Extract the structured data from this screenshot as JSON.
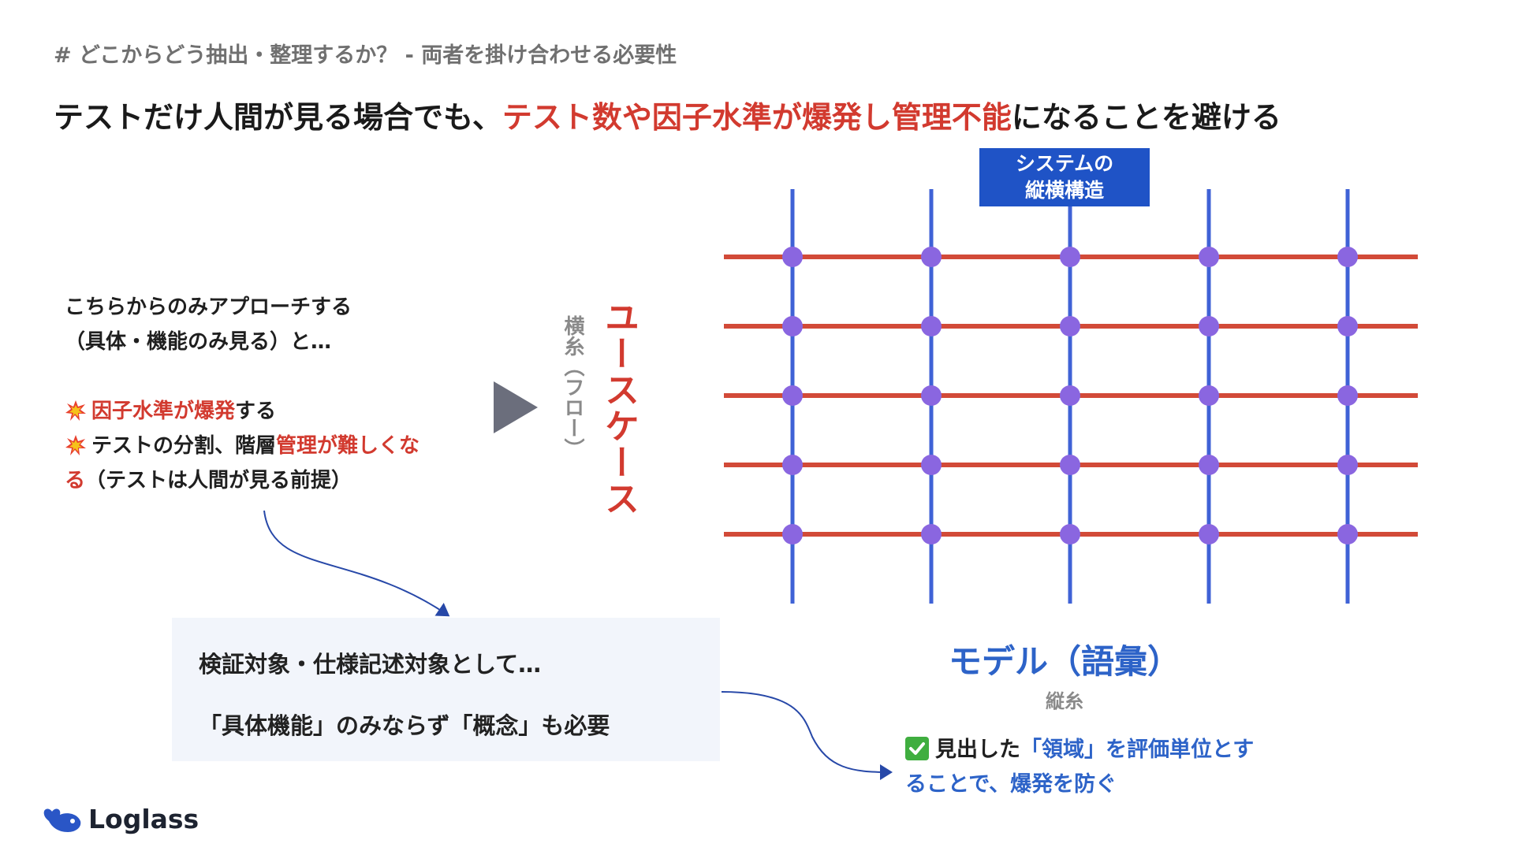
{
  "header": {
    "section_title": "# どこからどう抽出・整理するか？ - 両者を掛け合わせる必要性",
    "headline_part1": "テストだけ人間が見る場合でも、",
    "headline_part2": "テスト数や因子水準が爆発し管理不能",
    "headline_part3": "になることを避ける"
  },
  "left_block": {
    "line1": "こちらからのみアプローチする",
    "line2": "（具体・機能のみ見る）と…",
    "item1_red": "因子水準が爆発",
    "item1_rest": "する",
    "item2_pre": "テストの分割、階層",
    "item2_red_a": "管理が難しくな",
    "item2_red_b": "る",
    "item2_rest": "（テストは人間が見る前提）",
    "burst_icon": "collision-icon"
  },
  "grid": {
    "title_line1": "システムの",
    "title_line2": "縦横構造",
    "vertical_lines": 5,
    "horizontal_lines": 5,
    "colors": {
      "horizontal": "#d24a38",
      "vertical": "#3f62d6",
      "node": "#8a66e0"
    }
  },
  "axis_labels": {
    "flow_label": "横糸（フロー）",
    "usecase_label": "ユースケース",
    "model_label": "モデル（語彙）",
    "model_sub": "縦糸"
  },
  "callout": {
    "line1": "検証対象・仕様記述対象として…",
    "line2": "「具体機能」のみならず「概念」も必要"
  },
  "result": {
    "pre": "見出した",
    "blue": "「領域」を評価単位とす",
    "line2": "ることで、爆発を防ぐ",
    "check_icon": "check-mark-icon"
  },
  "brand": {
    "name": "Loglass",
    "icon": "loglass-whale-logo"
  },
  "colors": {
    "accent_red": "#d23a2f",
    "accent_blue": "#2d63c8",
    "box_blue": "#1f53c6"
  }
}
